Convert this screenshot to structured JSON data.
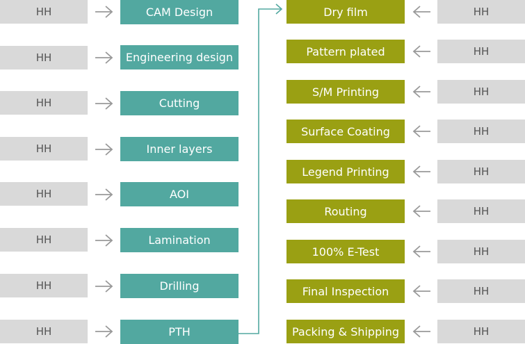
{
  "hh_label": "HH",
  "colors": {
    "left_step": "#52a8a0",
    "right_step": "#9aa013",
    "hh_box": "#d9d9d9",
    "arrow": "#999999",
    "connector": "#52a8a0"
  },
  "icons": {
    "left_arrow": "arrow-right-icon",
    "right_arrow": "arrow-left-icon"
  },
  "left_steps": [
    "CAM Design",
    "Engineering design",
    "Cutting",
    "Inner layers",
    "AOI",
    "Lamination",
    "Drilling",
    "PTH"
  ],
  "right_steps": [
    "Dry film",
    "Pattern plated",
    "S/M Printing",
    "Surface Coating",
    "Legend Printing",
    "Routing",
    "100% E-Test",
    "Final Inspection",
    "Packing & Shipping"
  ]
}
